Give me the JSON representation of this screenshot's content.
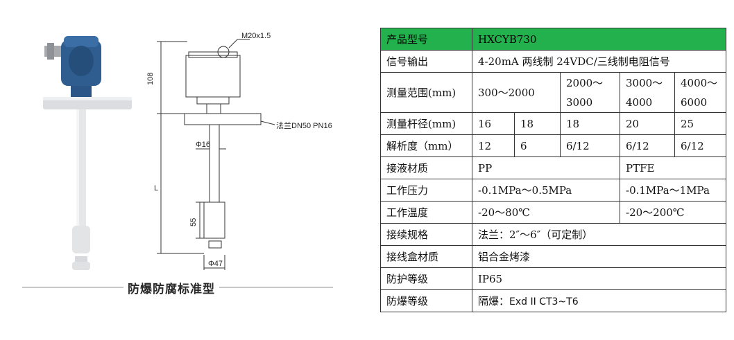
{
  "caption": "防爆防腐标准型",
  "drawing": {
    "thread": "M20x1.5",
    "flange": "法兰DN50 PN16",
    "height_top": "108",
    "rod_dia": "Φ16",
    "length": "L",
    "float_height": "55",
    "float_dia": "Φ47"
  },
  "spec": {
    "model_label": "产品型号",
    "model_value": "HXCYB730",
    "signal_label": "信号输出",
    "signal_value": "4-20mA 两线制 24VDC/三线制电阻信号",
    "range_label": "测量范围(mm)",
    "range_values": [
      "300～2000",
      "2000～",
      "3000",
      "3000～",
      "4000",
      "4000～",
      "6000"
    ],
    "rod_label": "测量杆径(mm)",
    "rod_values": [
      "16",
      "18",
      "18",
      "20",
      "25"
    ],
    "resolution_label": "解析度（mm）",
    "resolution_values": [
      "12",
      "6",
      "6/12",
      "6/12",
      "6/12"
    ],
    "wetted_label": "接液材质",
    "wetted_values": [
      "PP",
      "PTFE"
    ],
    "pressure_label": "工作压力",
    "pressure_values": [
      "-0.1MPa～0.5MPa",
      "-0.1MPa～1MPa"
    ],
    "temp_label": "工作温度",
    "temp_values": [
      "-20～80℃",
      "-20～200℃"
    ],
    "connection_label": "接续规格",
    "connection_value": "法兰：2″～6″（可定制）",
    "box_label": "接线盒材质",
    "box_value": "铝合金烤漆",
    "ip_label": "防护等级",
    "ip_value": "IP65",
    "ex_label": "防爆等级",
    "ex_prefix": "隔爆：",
    "ex_value": "Exd II CT3~T6"
  }
}
